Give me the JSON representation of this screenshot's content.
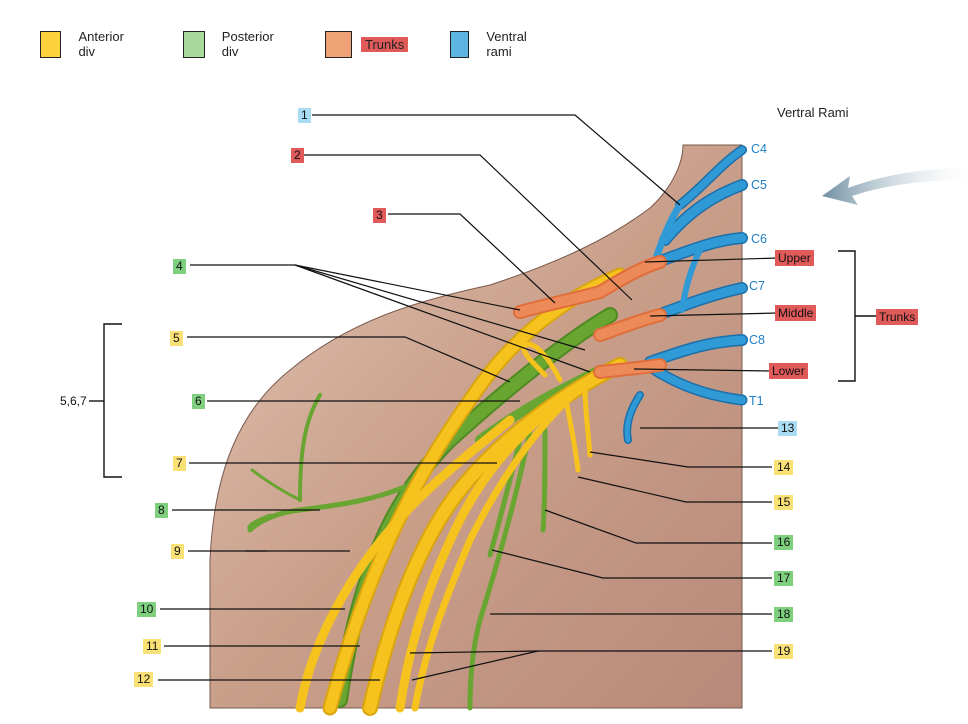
{
  "colors": {
    "anterior": "#fcd13c",
    "posterior": "#a8d89a",
    "trunks": "#f0a277",
    "ventral": "#5eb4e0",
    "tag_red": "#e05a5a",
    "tag_green": "#7ed07e",
    "tag_yellow": "#fae176",
    "tag_blue": "#a9dcf2",
    "skin": "#c79c87",
    "nerve_yellow": "#f6c21d",
    "nerve_green": "#69a531",
    "nerve_orange": "#ed8a5a",
    "nerve_blue": "#2f9ad6"
  },
  "legend": [
    {
      "label": "Anterior div",
      "color": "anterior"
    },
    {
      "label": "Posterior div",
      "color": "posterior"
    },
    {
      "label": "Trunks",
      "color": "trunks"
    },
    {
      "label": "Ventral rami",
      "color": "ventral"
    }
  ],
  "ventral_rami_title": "Vertral Rami",
  "spinal_levels": [
    "C4",
    "C5",
    "C6",
    "C7",
    "C8",
    "T1"
  ],
  "trunk_labels": [
    "Upper",
    "Middle",
    "Lower"
  ],
  "trunks_bracket_label": "Trunks",
  "group_bracket_label": "5,6,7",
  "left_numbers": [
    "1",
    "2",
    "3",
    "4",
    "5",
    "6",
    "7",
    "8",
    "9",
    "10",
    "11",
    "12"
  ],
  "right_numbers": [
    "13",
    "14",
    "15",
    "16",
    "17",
    "18",
    "19"
  ],
  "tag_colors": {
    "1": "tag_blue",
    "2": "tag_red",
    "3": "tag_red",
    "4": "tag_green",
    "5": "tag_yellow",
    "6": "tag_green",
    "7": "tag_yellow",
    "8": "tag_green",
    "9": "tag_yellow",
    "10": "tag_green",
    "11": "tag_yellow",
    "12": "tag_yellow",
    "13": "tag_blue",
    "14": "tag_yellow",
    "15": "tag_yellow",
    "16": "tag_green",
    "17": "tag_green",
    "18": "tag_green",
    "19": "tag_yellow"
  },
  "icons": {
    "arrow": "curved-arrow-icon"
  }
}
